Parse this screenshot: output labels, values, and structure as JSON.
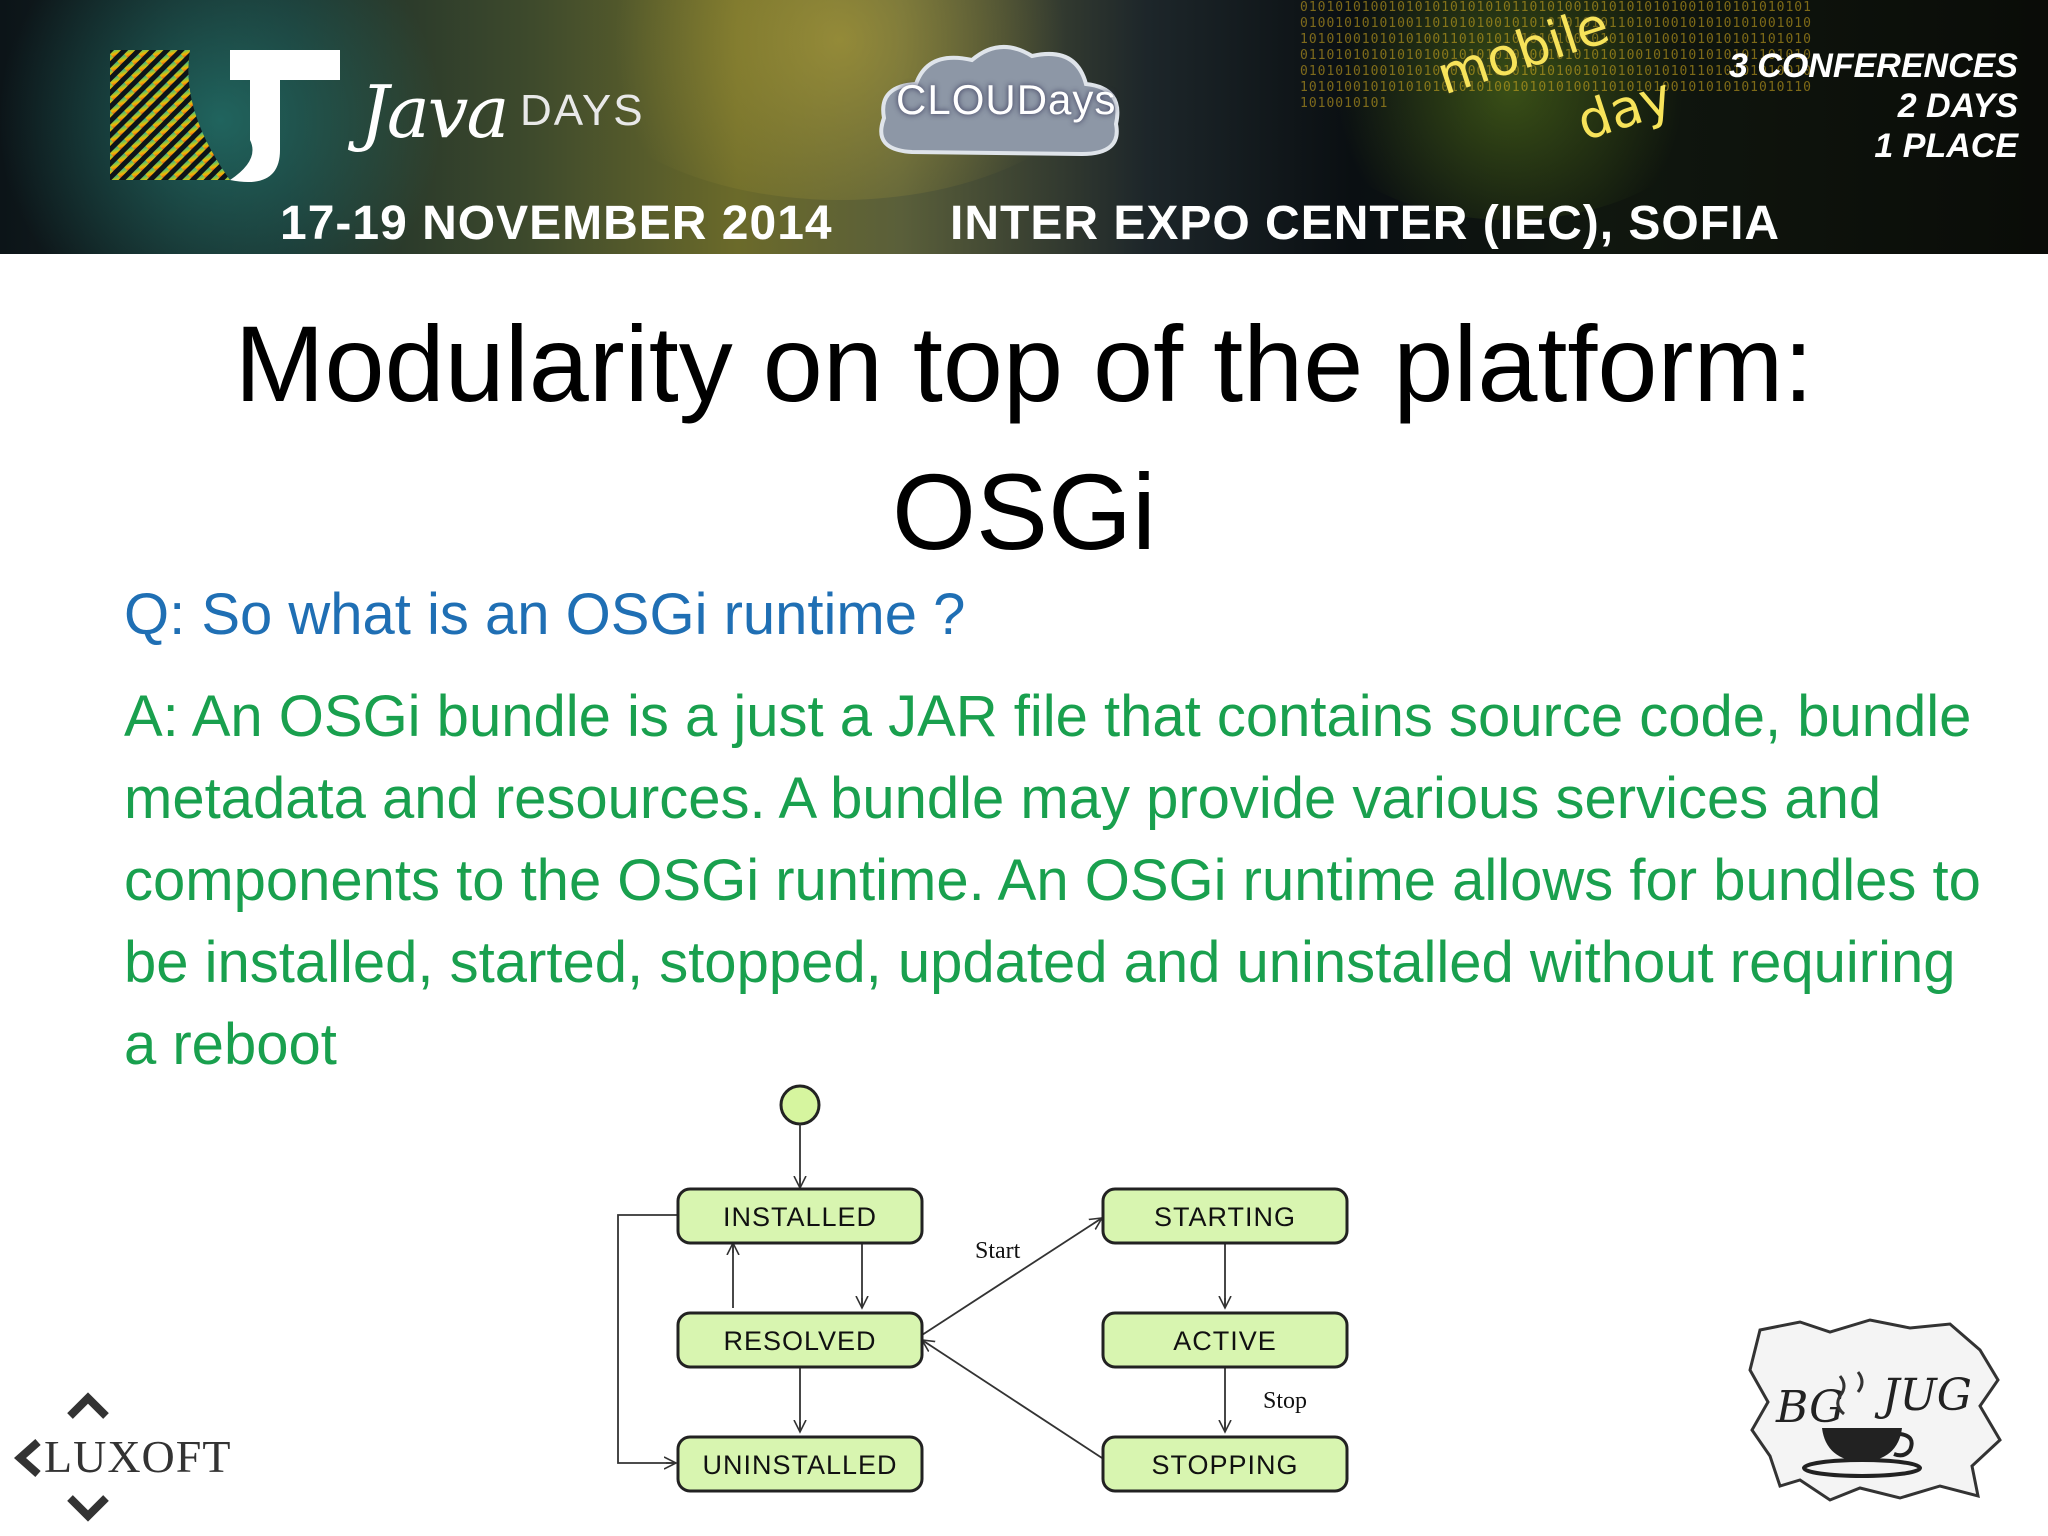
{
  "banner": {
    "logo_java": "Java",
    "logo_days": "DAYS",
    "cloud_text": "CLOUDays",
    "mobile_text": "mobile",
    "mobile_day": "day",
    "conf_line1": "3 CONFERENCES",
    "conf_line2": "2 DAYS",
    "conf_line3": "1 PLACE",
    "date": "17-19 NOVEMBER 2014",
    "place": "INTER EXPO CENTER (IEC), SOFIA",
    "binary": "0101010100101010101010101101010010101010101001010101010101010010101010011010101001010101010101101010010101010100101010101001010101001101010101010100101010101001010101011010100110101010101010010101010100101010101001010101010101101010010101010010101010100101010101001010101010101101010101001010101001010101010101010010101010011010101001010101010101101010010101"
  },
  "slide": {
    "title_line1": "Modularity on top of the platform:",
    "title_line2": "OSGi",
    "question": "Q: So what is an OSGi runtime ?",
    "answer": "A: An OSGi bundle is a just a JAR file that contains source code, bundle metadata and resources. A bundle may provide various services and components to the OSGi runtime. An OSGi runtime allows for bundles to be installed, started, stopped, updated and uninstalled without requiring a reboot"
  },
  "diagram": {
    "states": {
      "installed": "INSTALLED",
      "resolved": "RESOLVED",
      "uninstalled": "UNINSTALLED",
      "starting": "STARTING",
      "active": "ACTIVE",
      "stopping": "STOPPING"
    },
    "transitions": {
      "start": "Start",
      "stop": "Stop"
    }
  },
  "logos": {
    "luxoft": "LUXOFT",
    "bg": "BG",
    "jug": "JUG"
  },
  "colors": {
    "question": "#1f6fb4",
    "answer": "#19a04e",
    "state_fill": "#d8f5b0",
    "initial_fill": "#d6f59f"
  }
}
